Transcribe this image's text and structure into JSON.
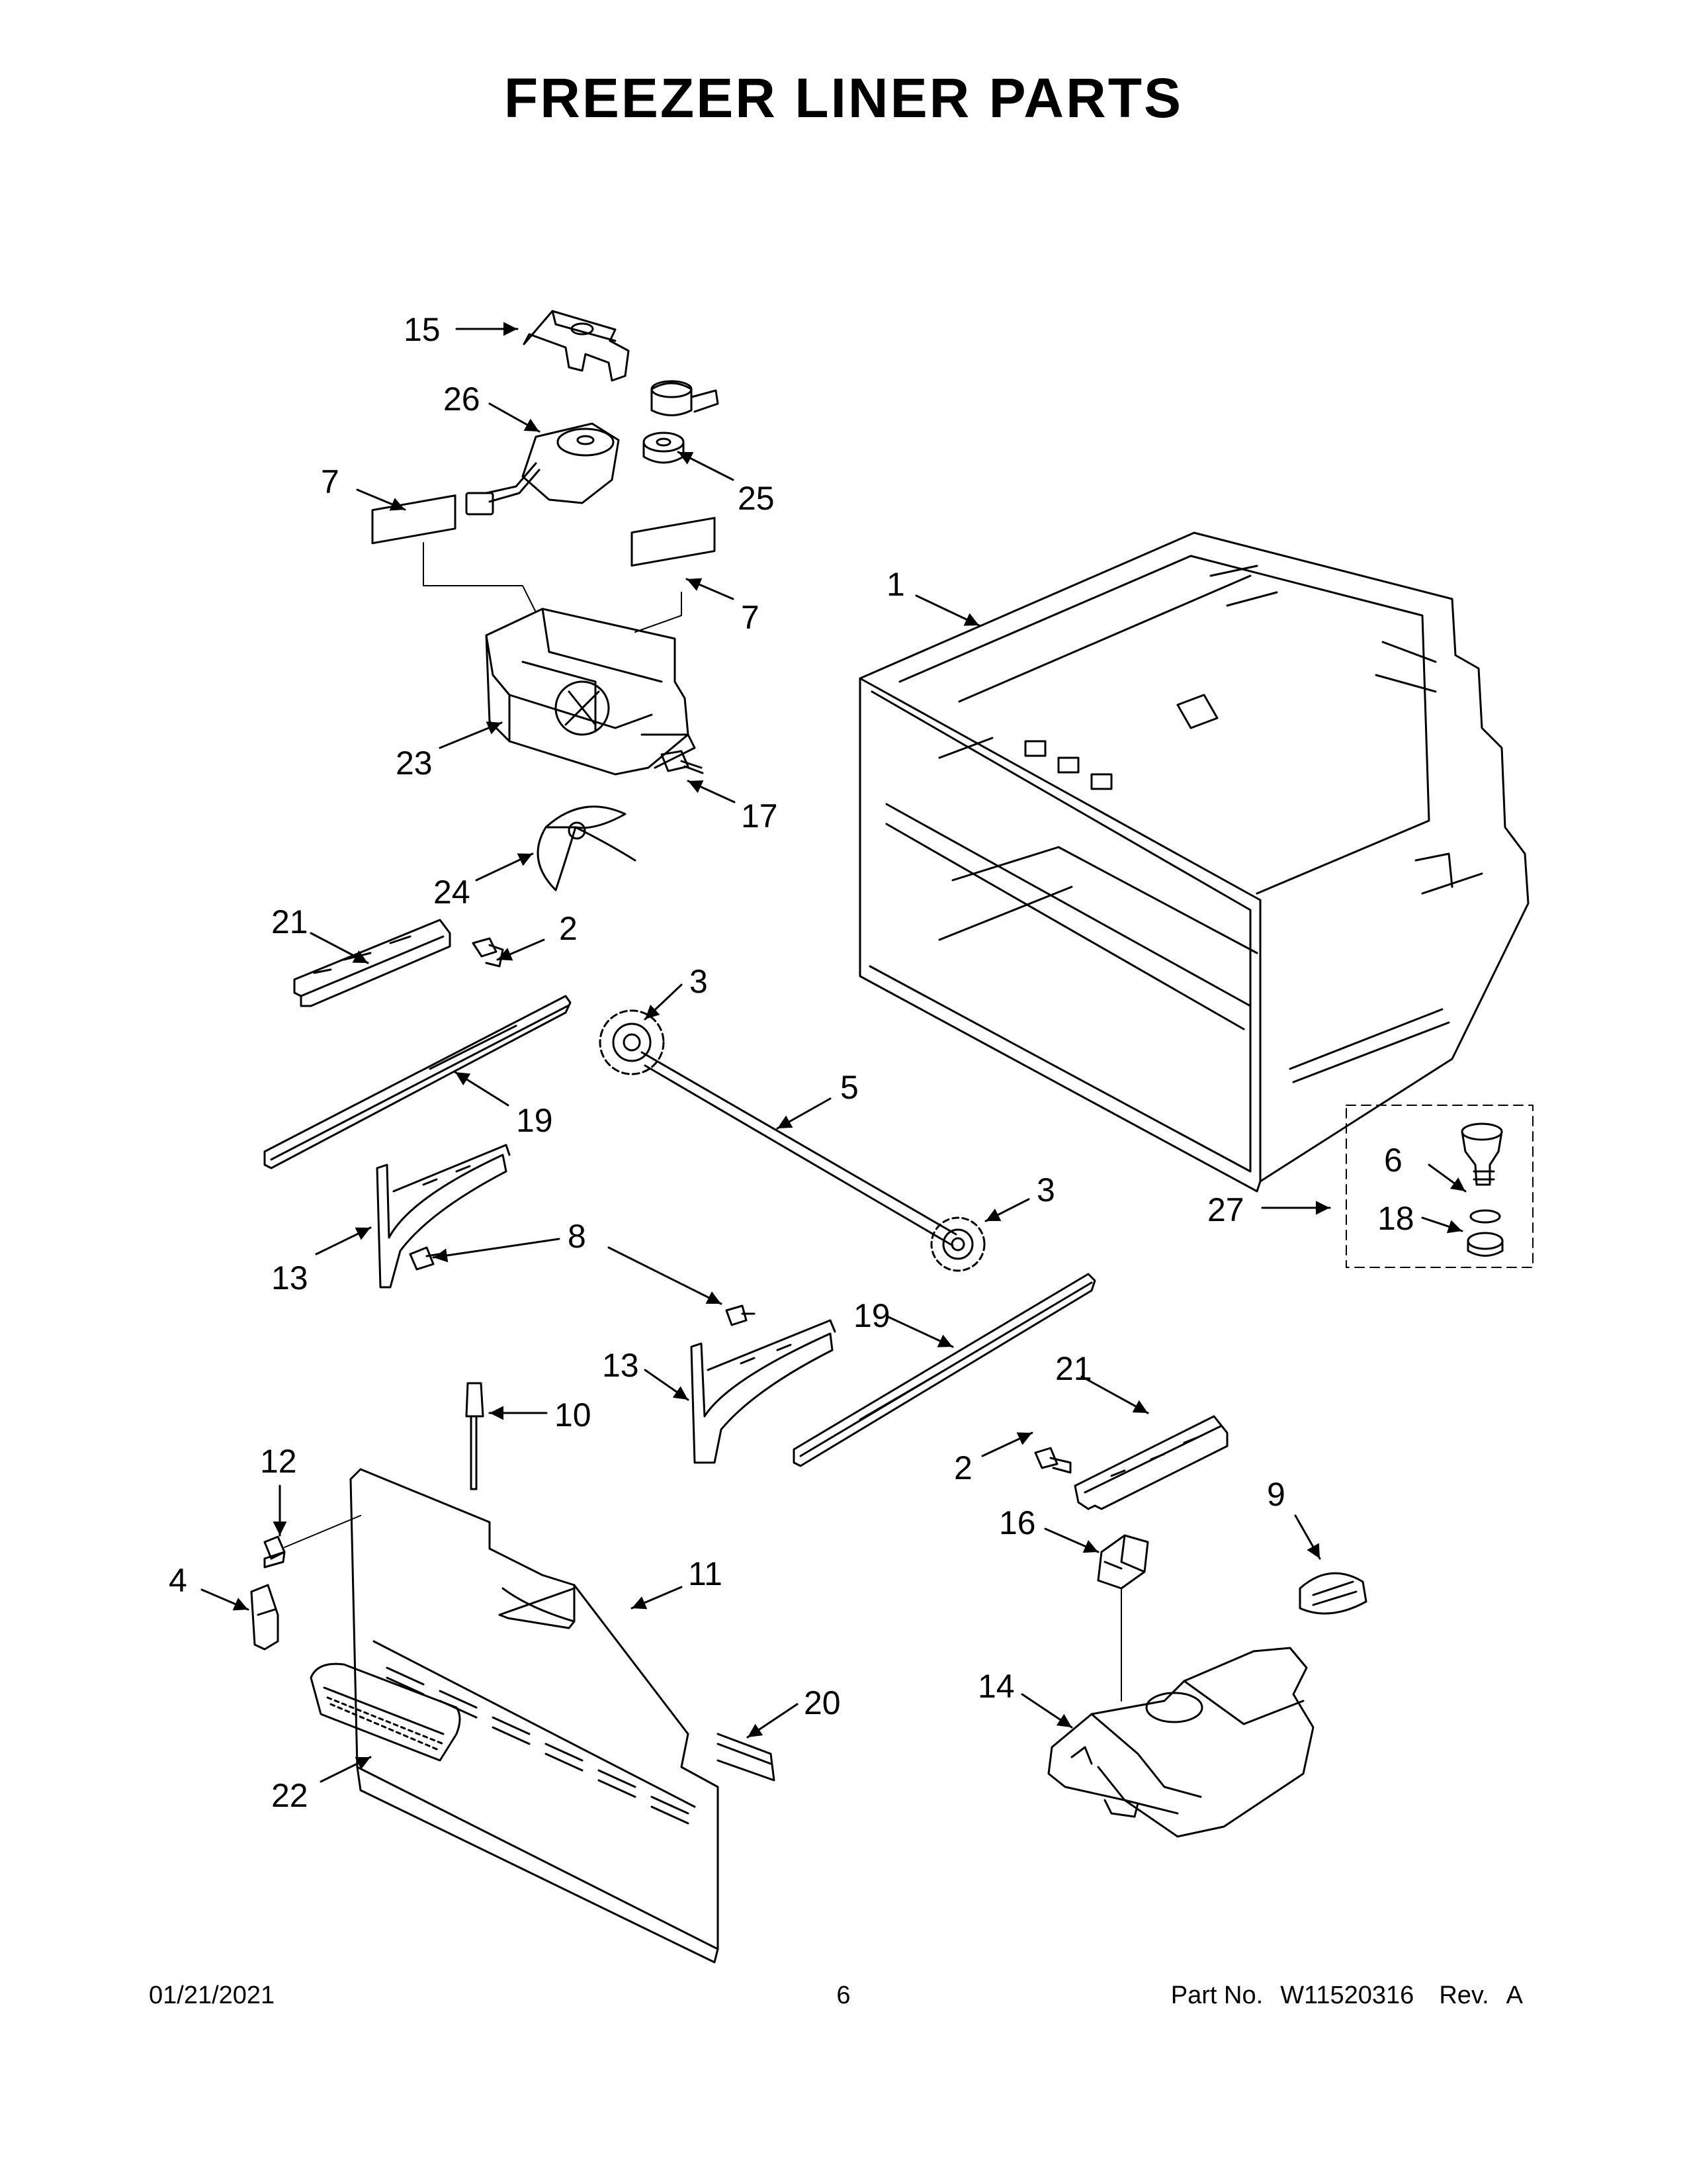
{
  "title": "FREEZER LINER PARTS",
  "callouts": [
    {
      "id": "c15",
      "label": "15"
    },
    {
      "id": "c26",
      "label": "26"
    },
    {
      "id": "c25",
      "label": "25"
    },
    {
      "id": "c7a",
      "label": "7"
    },
    {
      "id": "c7b",
      "label": "7"
    },
    {
      "id": "c1",
      "label": "1"
    },
    {
      "id": "c23",
      "label": "23"
    },
    {
      "id": "c17",
      "label": "17"
    },
    {
      "id": "c24",
      "label": "24"
    },
    {
      "id": "c21a",
      "label": "21"
    },
    {
      "id": "c2a",
      "label": "2"
    },
    {
      "id": "c3a",
      "label": "3"
    },
    {
      "id": "c5",
      "label": "5"
    },
    {
      "id": "c19a",
      "label": "19"
    },
    {
      "id": "c6",
      "label": "6"
    },
    {
      "id": "c3b",
      "label": "3"
    },
    {
      "id": "c27",
      "label": "27"
    },
    {
      "id": "c18",
      "label": "18"
    },
    {
      "id": "c13a",
      "label": "13"
    },
    {
      "id": "c8",
      "label": "8"
    },
    {
      "id": "c19b",
      "label": "19"
    },
    {
      "id": "c13b",
      "label": "13"
    },
    {
      "id": "c21b",
      "label": "21"
    },
    {
      "id": "c10",
      "label": "10"
    },
    {
      "id": "c2b",
      "label": "2"
    },
    {
      "id": "c12",
      "label": "12"
    },
    {
      "id": "c9",
      "label": "9"
    },
    {
      "id": "c16",
      "label": "16"
    },
    {
      "id": "c4",
      "label": "4"
    },
    {
      "id": "c11",
      "label": "11"
    },
    {
      "id": "c20",
      "label": "20"
    },
    {
      "id": "c14",
      "label": "14"
    },
    {
      "id": "c22",
      "label": "22"
    }
  ],
  "footer": {
    "date": "01/21/2021",
    "page": "6",
    "part_label": "Part No.",
    "part_number": "W11520316",
    "rev_label": "Rev.",
    "rev": "A"
  }
}
